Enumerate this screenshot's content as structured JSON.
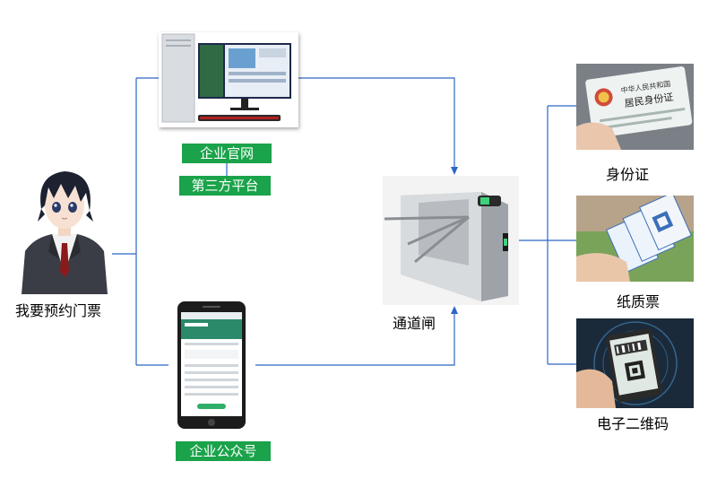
{
  "person": {
    "label": "我要预约门票"
  },
  "channels": {
    "website": "企业官网",
    "third_party": "第三方平台",
    "wechat": "企业公众号"
  },
  "gate": {
    "label": "通道闸"
  },
  "credentials": [
    {
      "label": "身份证"
    },
    {
      "label": "纸质票"
    },
    {
      "label": "电子二维码"
    }
  ],
  "id_card_text": {
    "country": "中华人民共和国",
    "title": "居民身份证"
  },
  "colors": {
    "line": "#2e66c4",
    "tag_bg": "#1aa34a"
  }
}
